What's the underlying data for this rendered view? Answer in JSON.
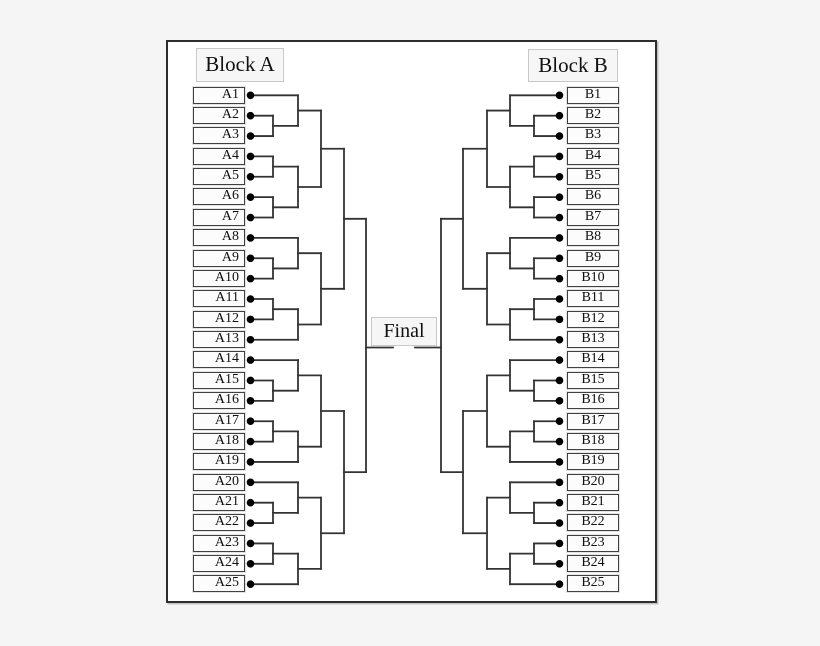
{
  "page": {
    "background": "#f5f5f5"
  },
  "diagram": {
    "final_label": "Final",
    "block_a": {
      "label": "Block A",
      "entries": [
        "A1",
        "A2",
        "A3",
        "A4",
        "A5",
        "A6",
        "A7",
        "A8",
        "A9",
        "A10",
        "A11",
        "A12",
        "A13",
        "A14",
        "A15",
        "A16",
        "A17",
        "A18",
        "A19",
        "A20",
        "A21",
        "A22",
        "A23",
        "A24",
        "A25"
      ]
    },
    "block_b": {
      "label": "Block B",
      "entries": [
        "B1",
        "B2",
        "B3",
        "B4",
        "B5",
        "B6",
        "B7",
        "B8",
        "B9",
        "B10",
        "B11",
        "B12",
        "B13",
        "B14",
        "B15",
        "B16",
        "B17",
        "B18",
        "B19",
        "B20",
        "B21",
        "B22",
        "B23",
        "B24",
        "B25"
      ]
    },
    "bracket_structure": [
      [
        [
          [
            1,
            [
              2,
              3
            ]
          ],
          [
            [
              4,
              5
            ],
            [
              6,
              7
            ]
          ]
        ],
        [
          [
            8,
            [
              9,
              10
            ]
          ],
          [
            [
              11,
              12
            ],
            13
          ]
        ]
      ],
      [
        [
          [
            14,
            [
              15,
              16
            ]
          ],
          [
            [
              17,
              18
            ],
            19
          ]
        ],
        [
          [
            20,
            [
              21,
              22
            ]
          ],
          [
            [
              23,
              24
            ],
            25
          ]
        ]
      ]
    ],
    "colors": {
      "line": "#333333",
      "dot": "#000000",
      "panel_bg": "#ffffff",
      "panel_border": "#2e2e2e",
      "entry_bg": "#fcfcfc",
      "entry_border": "#404040",
      "header_bg": "#f6f6f6",
      "header_border": "#c9c9c9",
      "text": "#111111",
      "page_bg": "#f5f5f5"
    }
  }
}
